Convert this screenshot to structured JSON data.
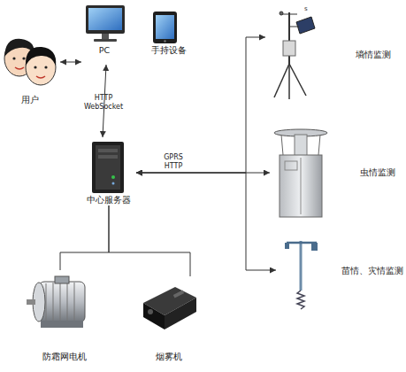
{
  "diagram": {
    "nodes": [
      {
        "text": [
          "用户"
        ]
      },
      {
        "text": [
          "PC"
        ]
      },
      {
        "text": [
          "手持设备"
        ]
      },
      {
        "text": [
          "中心服务器"
        ]
      },
      {
        "text": [
          "墒情监测"
        ]
      },
      {
        "text": [
          "虫情监测"
        ]
      },
      {
        "text": [
          "苗情、灾情监测"
        ]
      },
      {
        "text": [
          "防霜网电机"
        ]
      },
      {
        "text": [
          "烟雾机"
        ]
      }
    ],
    "edges": [
      {
        "from": 0,
        "to": 1,
        "arrow": "both"
      },
      {
        "from": 1,
        "to": 3,
        "label": "HTTP WebSocket",
        "arrow": "both"
      },
      {
        "from": 3,
        "to": 4,
        "arrow": "both"
      },
      {
        "from": 3,
        "to": 5,
        "label": "GPRS HTTP",
        "arrow": "both"
      },
      {
        "from": 3,
        "to": 6,
        "arrow": "both"
      },
      {
        "from": 3,
        "to": 7,
        "arrow": "none"
      },
      {
        "from": 3,
        "to": 8,
        "arrow": "none"
      }
    ]
  }
}
